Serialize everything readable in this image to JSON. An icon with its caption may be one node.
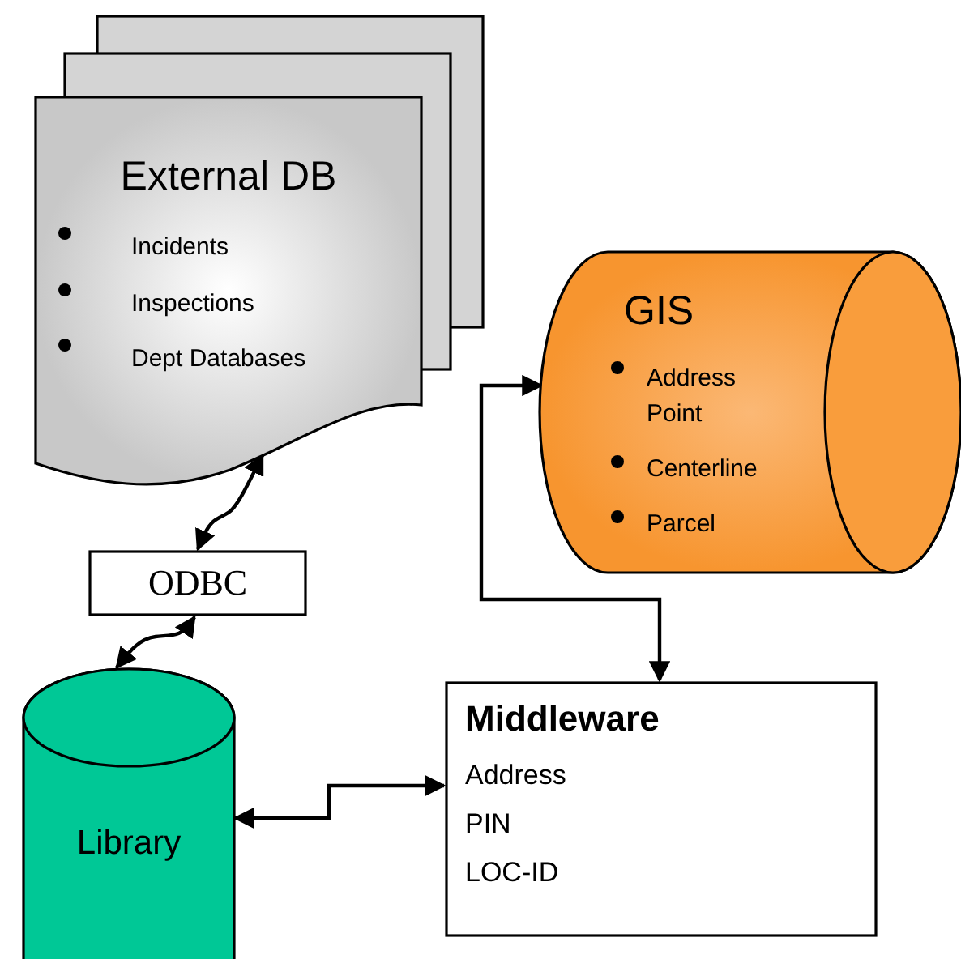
{
  "diagram": {
    "nodes": [
      {
        "text": [
          "External DB",
          "Incidents",
          "Inspections",
          "Dept Databases"
        ]
      },
      {
        "text": [
          "GIS",
          "Address Point",
          "Centerline",
          "Parcel"
        ]
      },
      {
        "text": [
          "ODBC"
        ]
      },
      {
        "text": [
          "Library"
        ]
      },
      {
        "text": [
          "Middleware",
          "Address",
          "PIN",
          "LOC-ID"
        ]
      }
    ],
    "edges": [
      {
        "from": 0,
        "to": 2,
        "arrow": "both"
      },
      {
        "from": 2,
        "to": 3,
        "arrow": "both"
      },
      {
        "from": 1,
        "to": 4,
        "arrow": "both"
      },
      {
        "from": 3,
        "to": 4,
        "arrow": "both"
      }
    ]
  }
}
